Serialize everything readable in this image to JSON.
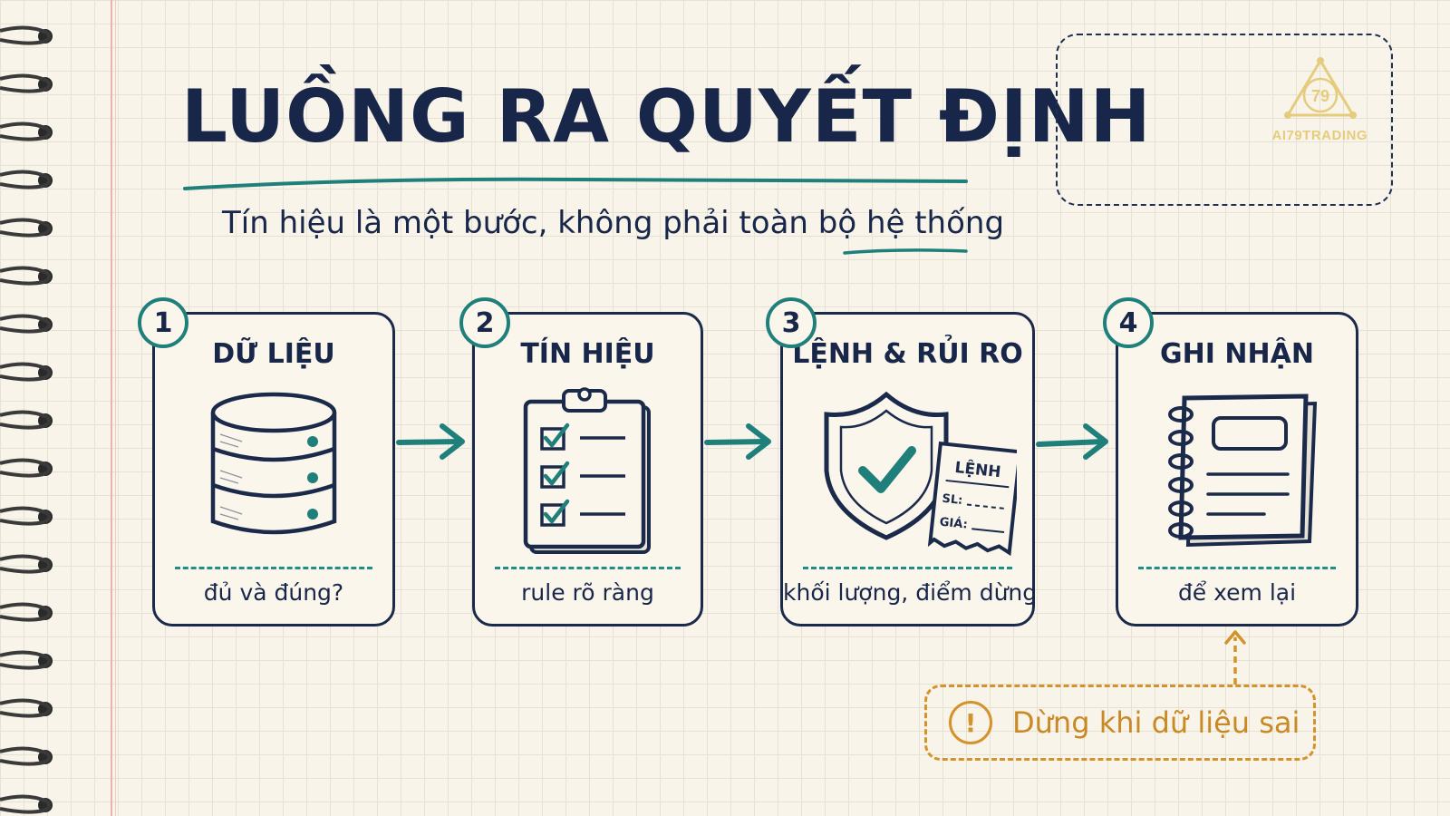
{
  "title": "LUỒNG RA QUYẾT ĐỊNH",
  "subtitle_main": "Tín hiệu là một bước, không phải toàn bộ ",
  "subtitle_emphasis": "hệ thống",
  "logo": {
    "badge": "79",
    "text": "AI79TRADING"
  },
  "steps": [
    {
      "number": "1",
      "title": "DỮ LIỆU",
      "caption": "đủ và đúng?",
      "icon": "database-icon"
    },
    {
      "number": "2",
      "title": "TÍN HIỆU",
      "caption": "rule rõ ràng",
      "icon": "clipboard-checklist-icon"
    },
    {
      "number": "3",
      "title": "LỆNH & RỦI RO",
      "caption": "khối lượng, điểm dừng",
      "icon": "shield-order-icon",
      "ticket": {
        "title": "LỆNH",
        "sl_label": "SL:",
        "price_label": "GIÁ:"
      }
    },
    {
      "number": "4",
      "title": "GHI NHẬN",
      "caption": "để xem lại",
      "icon": "notebook-icon"
    }
  ],
  "warning": {
    "text": "Dừng khi dữ liệu sai",
    "icon_glyph": "!"
  },
  "colors": {
    "ink": "#1b2a4a",
    "teal": "#1f7f7b",
    "orange": "#d4922a",
    "paper": "#f8f4e9",
    "gold": "#e5cc7d"
  }
}
